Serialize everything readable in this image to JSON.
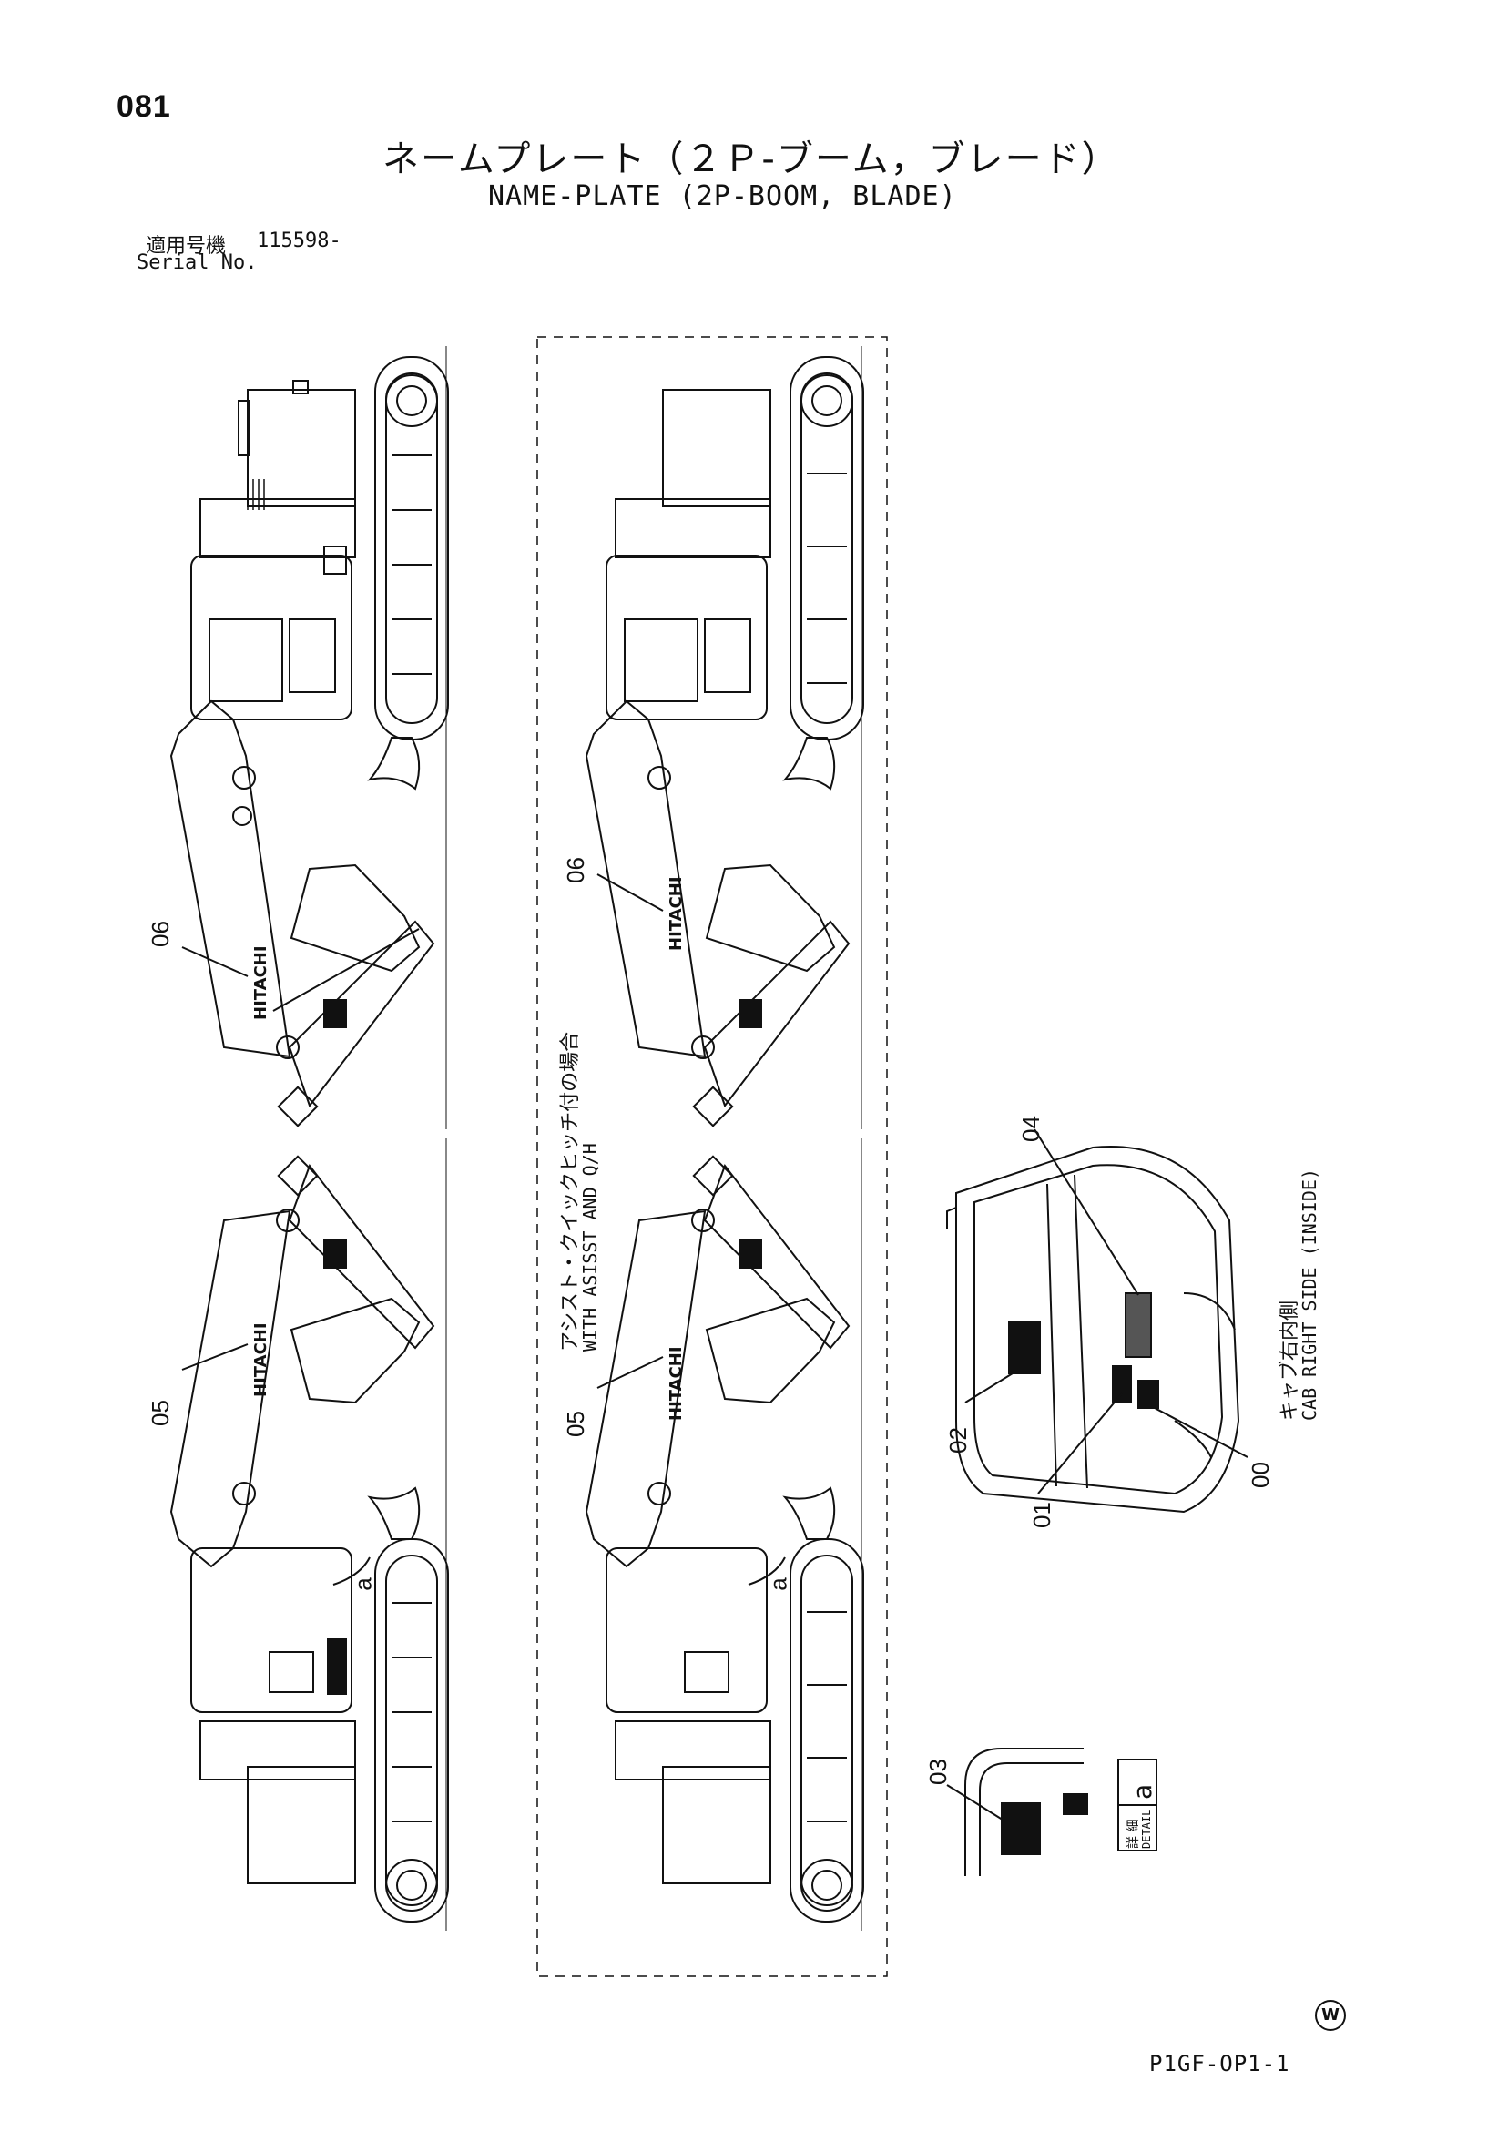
{
  "header": {
    "page_number": "081",
    "title_jp": "ネームプレート（２Ｐ-ブーム，ブレード）",
    "title_en": "NAME-PLATE (2P-BOOM, BLADE)"
  },
  "serial": {
    "label_jp": "適用号機",
    "value": "115598-",
    "label_en": "Serial No."
  },
  "callouts": {
    "c00": "00",
    "c01": "01",
    "c02": "02",
    "c03": "03",
    "c04": "04",
    "c05": "05",
    "c06": "06",
    "ca": "a"
  },
  "boom_labels": {
    "hitachi": "HITACHI"
  },
  "center_panel": {
    "label_jp": "アシスト・クイックヒッチ付の場合",
    "label_en": "WITH ASISST AND Q/H"
  },
  "cab_detail": {
    "label_jp": "キャブ右内側",
    "label_en": "CAB RIGHT SIDE (INSIDE)"
  },
  "detail_box": {
    "label_jp": "詳 細",
    "label_en": "DETAIL",
    "letter": "a"
  },
  "footer": {
    "mark": "W",
    "part_code": "P1GF-OP1-1"
  }
}
